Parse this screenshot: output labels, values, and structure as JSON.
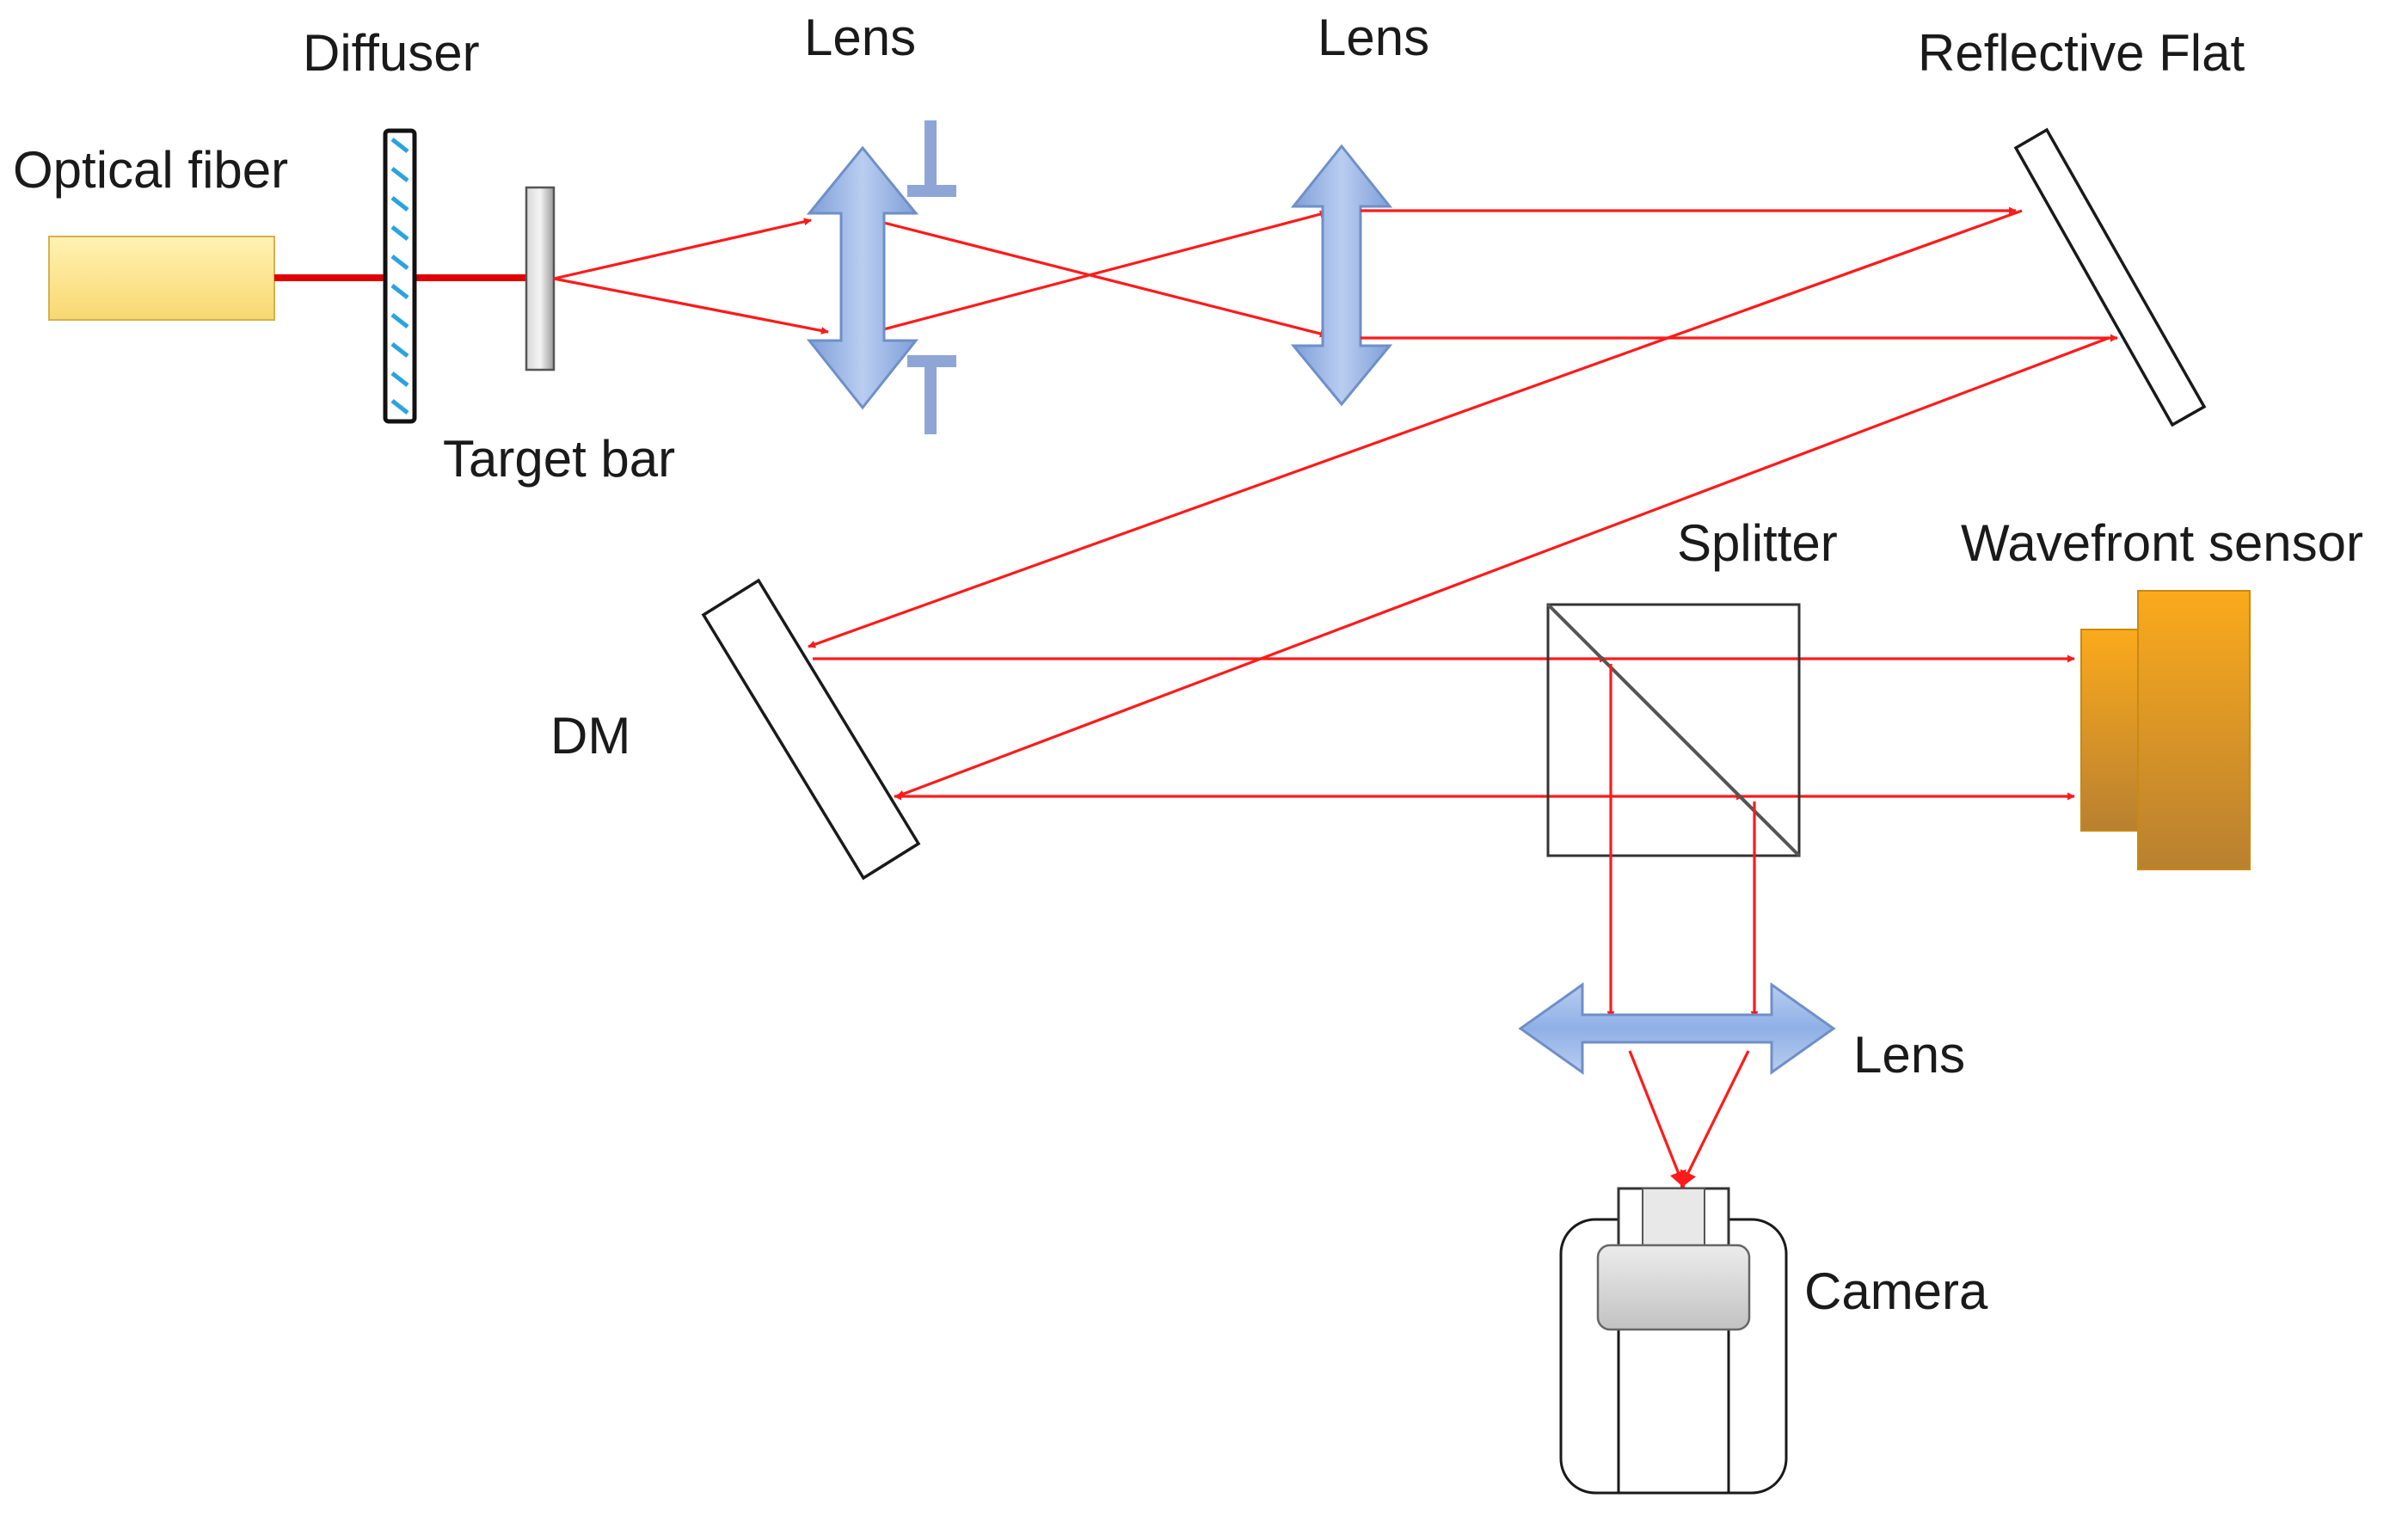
{
  "labels": {
    "optical_fiber": "Optical fiber",
    "diffuser": "Diffuser",
    "target_bar": "Target bar",
    "lens_1": "Lens",
    "lens_2": "Lens",
    "reflective_flat": "Reflective Flat",
    "splitter": "Splitter",
    "wavefront_sensor": "Wavefront sensor",
    "dm": "DM",
    "lens_3": "Lens",
    "camera": "Camera"
  },
  "colors": {
    "ray": "#ff1a1a",
    "lens": "#8fb0e6",
    "fiber": "#fbe08a",
    "sensor": "#f0a01a",
    "diffuser_hatch": "#2aa3e0"
  }
}
